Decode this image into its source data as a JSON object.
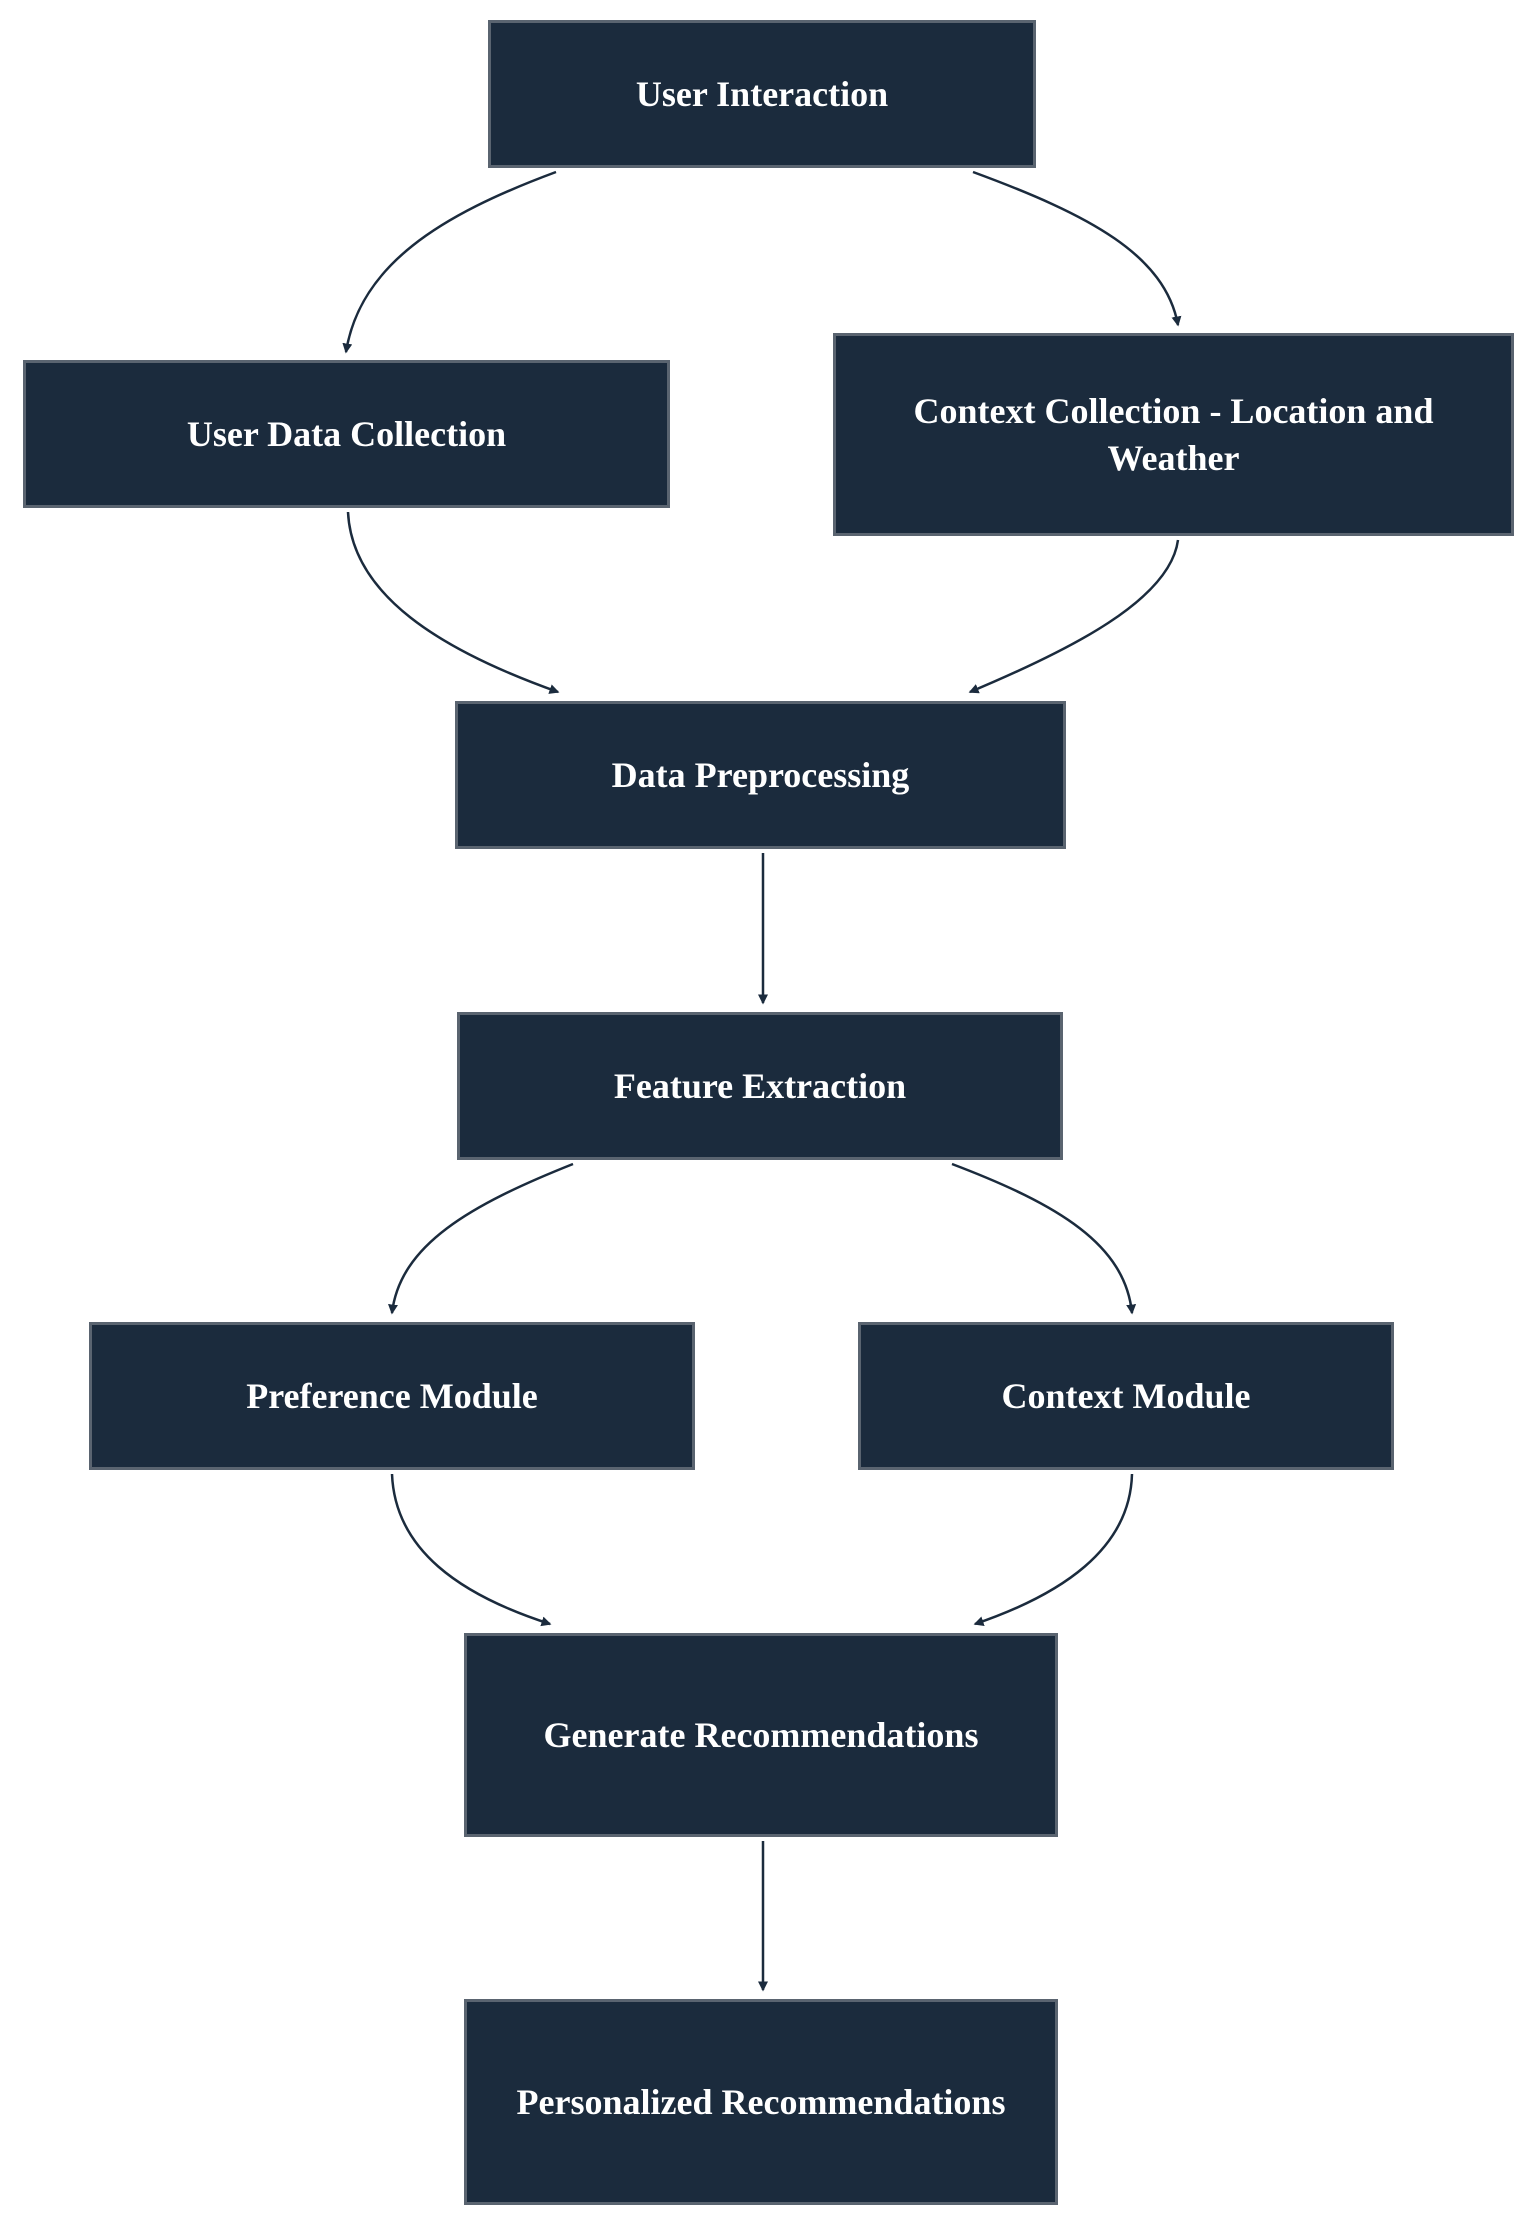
{
  "diagram": {
    "colors": {
      "node_fill": "#1b2b3d",
      "node_border": "#5a6470",
      "node_text": "#ffffff",
      "edge": "#1b2b3d",
      "background": "#ffffff"
    },
    "nodes": {
      "user_interaction": {
        "label": "User Interaction"
      },
      "user_data_collection": {
        "label": "User Data Collection"
      },
      "context_collection": {
        "label": "Context Collection - Location and Weather"
      },
      "data_preprocessing": {
        "label": "Data Preprocessing"
      },
      "feature_extraction": {
        "label": "Feature Extraction"
      },
      "preference_module": {
        "label": "Preference Module"
      },
      "context_module": {
        "label": "Context Module"
      },
      "generate_recommendations": {
        "label": "Generate Recommendations"
      },
      "personalized_recommendations": {
        "label": "Personalized Recommendations"
      }
    },
    "edges": [
      {
        "from": "user_interaction",
        "to": "user_data_collection"
      },
      {
        "from": "user_interaction",
        "to": "context_collection"
      },
      {
        "from": "user_data_collection",
        "to": "data_preprocessing"
      },
      {
        "from": "context_collection",
        "to": "data_preprocessing"
      },
      {
        "from": "data_preprocessing",
        "to": "feature_extraction"
      },
      {
        "from": "feature_extraction",
        "to": "preference_module"
      },
      {
        "from": "feature_extraction",
        "to": "context_module"
      },
      {
        "from": "preference_module",
        "to": "generate_recommendations"
      },
      {
        "from": "context_module",
        "to": "generate_recommendations"
      },
      {
        "from": "generate_recommendations",
        "to": "personalized_recommendations"
      }
    ]
  }
}
